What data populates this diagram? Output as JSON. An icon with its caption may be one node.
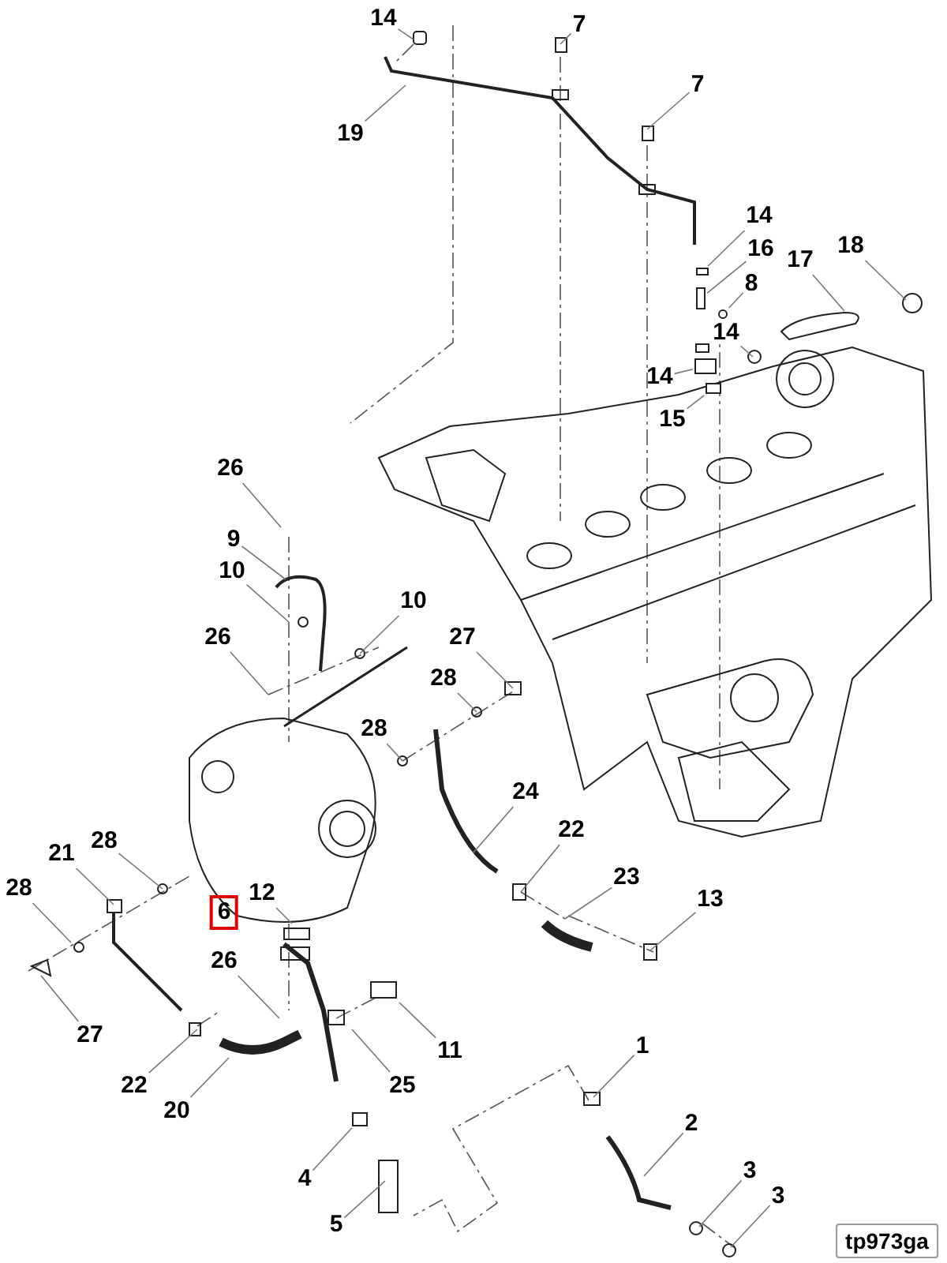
{
  "diagram": {
    "nodes": [
      {
        "text": [
          "14"
        ]
      },
      {
        "text": [
          "7"
        ]
      },
      {
        "text": [
          "7"
        ]
      },
      {
        "text": [
          "19"
        ]
      },
      {
        "text": [
          "14"
        ]
      },
      {
        "text": [
          "16"
        ]
      },
      {
        "text": [
          "8"
        ]
      },
      {
        "text": [
          "17"
        ]
      },
      {
        "text": [
          "18"
        ]
      },
      {
        "text": [
          "14"
        ]
      },
      {
        "text": [
          "14"
        ]
      },
      {
        "text": [
          "15"
        ]
      },
      {
        "text": [
          "26"
        ]
      },
      {
        "text": [
          "9"
        ]
      },
      {
        "text": [
          "10"
        ]
      },
      {
        "text": [
          "26"
        ]
      },
      {
        "text": [
          "10"
        ]
      },
      {
        "text": [
          "27"
        ]
      },
      {
        "text": [
          "28"
        ]
      },
      {
        "text": [
          "28"
        ]
      },
      {
        "text": [
          "24"
        ]
      },
      {
        "text": [
          "22"
        ]
      },
      {
        "text": [
          "28"
        ]
      },
      {
        "text": [
          "21"
        ]
      },
      {
        "text": [
          "6"
        ]
      },
      {
        "text": [
          "12"
        ]
      },
      {
        "text": [
          "28"
        ]
      },
      {
        "text": [
          "26"
        ]
      },
      {
        "text": [
          "27"
        ]
      },
      {
        "text": [
          "23"
        ]
      },
      {
        "text": [
          "13"
        ]
      },
      {
        "text": [
          "11"
        ]
      },
      {
        "text": [
          "25"
        ]
      },
      {
        "text": [
          "1"
        ]
      },
      {
        "text": [
          "2"
        ]
      },
      {
        "text": [
          "22"
        ]
      },
      {
        "text": [
          "20"
        ]
      },
      {
        "text": [
          "4"
        ]
      },
      {
        "text": [
          "3"
        ]
      },
      {
        "text": [
          "3"
        ]
      },
      {
        "text": [
          "5"
        ]
      },
      {
        "text": [
          "tp973ga"
        ]
      },
      {
        "text": [],
        "shape": "bar"
      },
      {
        "text": [],
        "shape": "circle"
      },
      {
        "text": [],
        "shape": "box"
      },
      {
        "text": [],
        "shape": "box"
      },
      {
        "text": [],
        "shape": "box"
      },
      {
        "text": [],
        "shape": "box"
      }
    ],
    "edges": [
      {
        "from": 0,
        "to": null,
        "arrow": "none"
      },
      {
        "from": 1,
        "to": null,
        "arrow": "none"
      },
      {
        "from": 2,
        "to": null,
        "arrow": "none"
      },
      {
        "from": 3,
        "to": null,
        "arrow": "none"
      },
      {
        "from": 4,
        "to": 46,
        "arrow": "none"
      },
      {
        "from": 5,
        "to": 42,
        "arrow": "none"
      },
      {
        "from": 6,
        "to": 43,
        "arrow": "none"
      },
      {
        "from": 7,
        "to": null,
        "arrow": "none"
      },
      {
        "from": 8,
        "to": null,
        "arrow": "none"
      },
      {
        "from": 9,
        "to": null,
        "arrow": "none"
      },
      {
        "from": 10,
        "to": 44,
        "arrow": "none"
      },
      {
        "from": 11,
        "to": 47,
        "arrow": "none"
      },
      {
        "from": 12,
        "to": null,
        "arrow": "none"
      },
      {
        "from": 13,
        "to": null,
        "arrow": "none"
      },
      {
        "from": 14,
        "to": null,
        "arrow": "none"
      },
      {
        "from": 15,
        "to": null,
        "arrow": "none"
      },
      {
        "from": 16,
        "to": null,
        "arrow": "none"
      },
      {
        "from": 17,
        "to": null,
        "arrow": "none"
      },
      {
        "from": 18,
        "to": null,
        "arrow": "none"
      },
      {
        "from": 19,
        "to": null,
        "arrow": "none"
      },
      {
        "from": 20,
        "to": null,
        "arrow": "none"
      },
      {
        "from": 21,
        "to": null,
        "arrow": "none"
      },
      {
        "from": 22,
        "to": null,
        "arrow": "none"
      },
      {
        "from": 23,
        "to": null,
        "arrow": "none"
      },
      {
        "from": 25,
        "to": null,
        "arrow": "none"
      },
      {
        "from": 26,
        "to": null,
        "arrow": "none"
      },
      {
        "from": 27,
        "to": null,
        "arrow": "none"
      },
      {
        "from": 28,
        "to": null,
        "arrow": "none"
      },
      {
        "from": 29,
        "to": null,
        "arrow": "none"
      },
      {
        "from": 30,
        "to": null,
        "arrow": "none"
      },
      {
        "from": 31,
        "to": null,
        "arrow": "none"
      },
      {
        "from": 32,
        "to": null,
        "arrow": "none"
      },
      {
        "from": 33,
        "to": null,
        "arrow": "none"
      },
      {
        "from": 34,
        "to": null,
        "arrow": "none"
      },
      {
        "from": 35,
        "to": null,
        "arrow": "none"
      },
      {
        "from": 36,
        "to": null,
        "arrow": "none"
      },
      {
        "from": 37,
        "to": 45,
        "arrow": "none"
      },
      {
        "from": 38,
        "to": null,
        "arrow": "none"
      },
      {
        "from": 39,
        "to": null,
        "arrow": "none"
      },
      {
        "from": 40,
        "to": null,
        "arrow": "none"
      }
    ]
  }
}
